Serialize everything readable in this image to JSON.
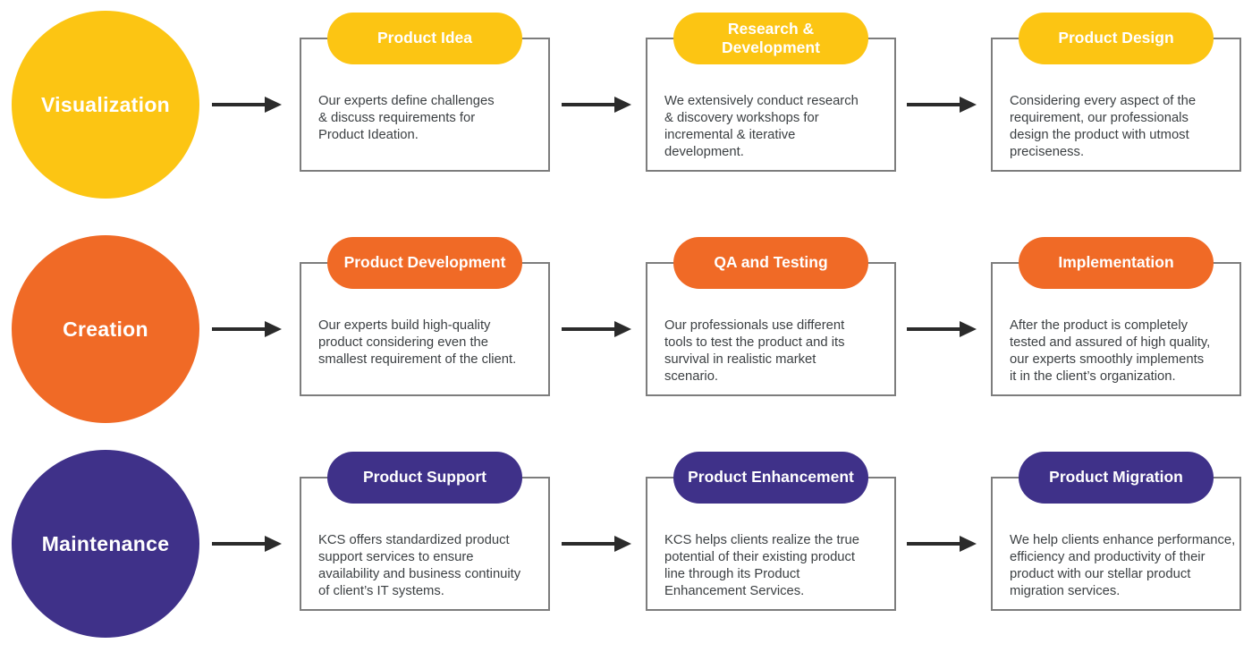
{
  "diagram": {
    "rows": [
      {
        "stage": "Visualization",
        "color": "#FCC513",
        "steps": [
          {
            "title": "Product Idea",
            "description": "Our experts define challenges\n& discuss requirements for\nProduct Ideation."
          },
          {
            "title": "Research & Development",
            "description": "We extensively conduct research\n& discovery workshops for\nincremental & iterative\ndevelopment."
          },
          {
            "title": "Product Design",
            "description": "Considering every aspect of the\nrequirement, our professionals\ndesign the product with utmost\npreciseness."
          }
        ]
      },
      {
        "stage": "Creation",
        "color": "#F06A26",
        "steps": [
          {
            "title": "Product Development",
            "description": "Our experts build high-quality\nproduct considering even the\nsmallest requirement of the client."
          },
          {
            "title": "QA and Testing",
            "description": "Our professionals use different\ntools to test the product and its\nsurvival in realistic market\nscenario."
          },
          {
            "title": "Implementation",
            "description": "After the product is completely\ntested and assured of high quality,\nour experts smoothly implements\nit in the client’s organization."
          }
        ]
      },
      {
        "stage": "Maintenance",
        "color": "#3F3189",
        "steps": [
          {
            "title": "Product Support",
            "description": "KCS offers standardized product\nsupport services to ensure\navailability and business continuity\nof client’s IT systems."
          },
          {
            "title": "Product Enhancement",
            "description": "KCS helps clients realize the true\npotential of their existing product\nline through its Product\nEnhancement Services."
          },
          {
            "title": "Product Migration",
            "description": "We help clients enhance performance,\nefficiency and productivity of their\nproduct with our stellar product\nmigration services."
          }
        ]
      }
    ],
    "colors": {
      "box_border": "#7D7D7D",
      "arrow": "#2B2B2B",
      "body_text": "#3C4043",
      "background": "#FFFFFF"
    }
  }
}
